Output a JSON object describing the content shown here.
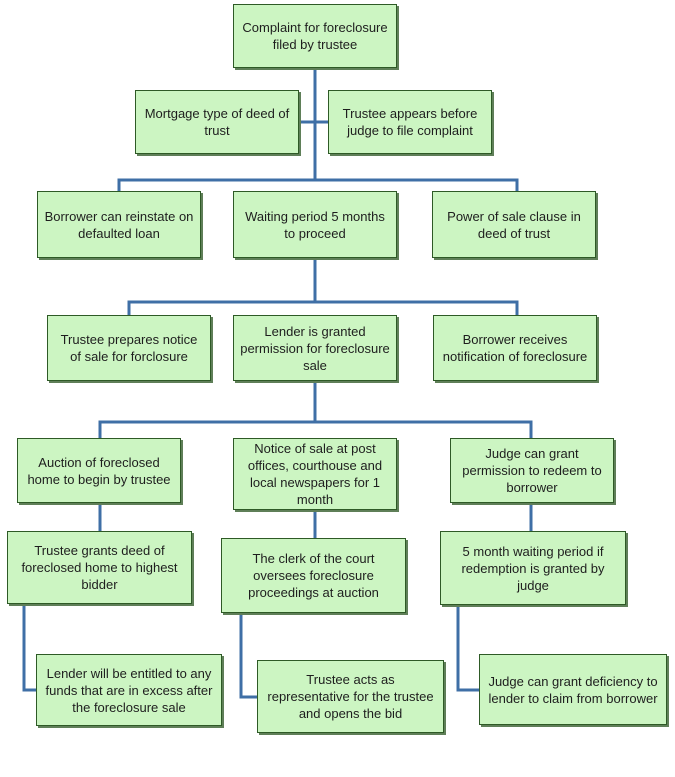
{
  "colors": {
    "box_fill": "#ccf5c2",
    "box_border": "#2e5a26",
    "connector": "#3f6fa6"
  },
  "nodes": {
    "complaint": "Complaint for foreclosure filed by trustee",
    "mortgage_type": "Mortgage type of deed of trust",
    "trustee_appears": "Trustee appears before judge to file complaint",
    "borrower_reinstate": "Borrower can reinstate on defaulted loan",
    "waiting_period": "Waiting period 5 months to proceed",
    "power_of_sale": "Power of sale clause in deed of trust",
    "trustee_prepares": "Trustee prepares notice of sale for forclosure",
    "lender_granted": "Lender is granted permission for foreclosure sale",
    "borrower_receives": "Borrower receives notification of foreclosure",
    "auction": "Auction of foreclosed home to begin by trustee",
    "notice_of_sale": "Notice of sale at post offices, courthouse and local newspapers for 1 month",
    "judge_redeem": "Judge can grant permission to redeem to borrower",
    "trustee_grants": "Trustee grants deed of foreclosed home to highest bidder",
    "clerk": "The clerk of the court oversees foreclosure proceedings at auction",
    "waiting_redemption": "5 month waiting period if redemption is granted by judge",
    "lender_entitled": "Lender will be entitled to any funds that are in excess after the foreclosure sale",
    "trustee_acts": "Trustee acts as representative for the trustee and opens the bid",
    "judge_deficiency": "Judge can grant deficiency to lender to claim from borrower"
  }
}
